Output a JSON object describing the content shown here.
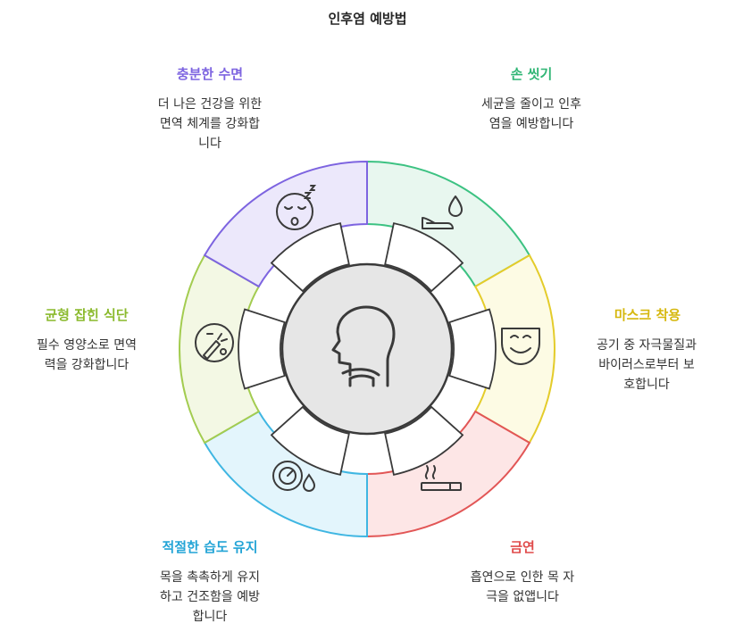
{
  "title": "인후염 예방법",
  "colors": {
    "sleep": {
      "fill": "#ece8fb",
      "stroke": "#7d64e0",
      "text": "#7d64e0"
    },
    "handwash": {
      "fill": "#e8f7ef",
      "stroke": "#3cc282",
      "text": "#2fb574"
    },
    "mask": {
      "fill": "#fdfbe4",
      "stroke": "#e4cc2b",
      "text": "#d6b80f"
    },
    "smoke": {
      "fill": "#fde6e6",
      "stroke": "#e25656",
      "text": "#e04b4b"
    },
    "humidity": {
      "fill": "#e3f5fc",
      "stroke": "#3fb6e2",
      "text": "#23a4d6"
    },
    "diet": {
      "fill": "#f3f8e4",
      "stroke": "#a3cc50",
      "text": "#8bba2e"
    },
    "center_fill": "#e6e6e6",
    "center_stroke": "#3a3a3a"
  },
  "segments": [
    {
      "id": "sleep",
      "icon": "sleeping-face-icon",
      "title": "충분한 수면",
      "desc": [
        "더 나은 건강을 위한",
        "면역 체계를 강화합",
        "니다"
      ]
    },
    {
      "id": "handwash",
      "icon": "hand-wash-icon",
      "title": "손 씻기",
      "desc": [
        "세균을 줄이고 인후",
        "염을 예방합니다"
      ]
    },
    {
      "id": "mask",
      "icon": "mask-icon",
      "title": "마스크 착용",
      "desc": [
        "공기 중 자극물질과",
        "바이러스로부터 보",
        "호합니다"
      ]
    },
    {
      "id": "smoke",
      "icon": "cigarette-icon",
      "title": "금연",
      "desc": [
        "흡연으로 인한 목 자",
        "극을 없앱니다"
      ]
    },
    {
      "id": "humidity",
      "icon": "humidity-gauge-icon",
      "title": "적절한 습도 유지",
      "desc": [
        "목을 촉촉하게 유지",
        "하고 건조함을 예방",
        "합니다"
      ]
    },
    {
      "id": "diet",
      "icon": "vegetables-icon",
      "title": "균형 잡힌 식단",
      "desc": [
        "필수 영양소로 면역",
        "력을 강화합니다"
      ]
    }
  ],
  "center_icon": "head-throat-icon"
}
